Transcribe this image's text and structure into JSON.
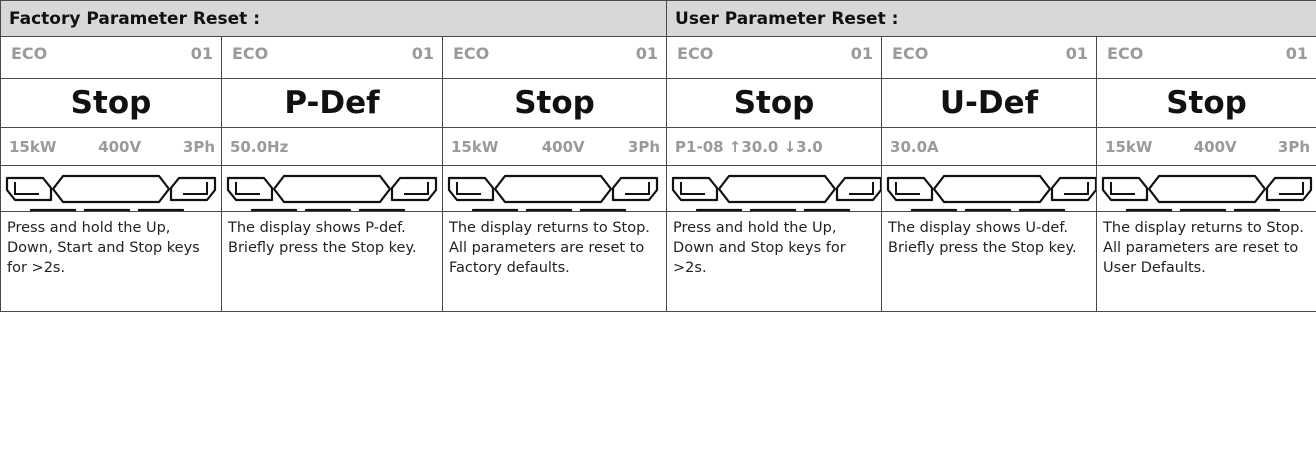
{
  "sections": [
    {
      "title": "Factory Parameter Reset :"
    },
    {
      "title": "User Parameter Reset :"
    }
  ],
  "panels": [
    {
      "mode": "ECO",
      "num": "01",
      "main": "Stop",
      "bottom": [
        "15kW",
        "400V",
        "3Ph"
      ],
      "desc": "Press and hold the Up, Down, Start and Stop keys for >2s.",
      "hands": [
        "start",
        "stop",
        "up",
        "down"
      ]
    },
    {
      "mode": "ECO",
      "num": "01",
      "main": "P-Def",
      "bottom": [
        "50.0Hz"
      ],
      "desc": "The display shows P-def. Briefly press the Stop key.",
      "hands": [
        "stop"
      ]
    },
    {
      "mode": "ECO",
      "num": "01",
      "main": "Stop",
      "bottom": [
        "15kW",
        "400V",
        "3Ph"
      ],
      "desc": "The display returns to Stop. All parameters are reset to Factory defaults.",
      "hands": []
    },
    {
      "mode": "ECO",
      "num": "01",
      "main": "Stop",
      "bottom": [
        "P1-08 ↑30.0 ↓3.0"
      ],
      "desc": "Press and hold the Up, Down and Stop keys for >2s.",
      "hands": [
        "stop",
        "up",
        "down"
      ]
    },
    {
      "mode": "ECO",
      "num": "01",
      "main": "U-Def",
      "bottom": [
        "30.0A"
      ],
      "desc": "The display shows U-def. Briefly press the Stop key.",
      "hands": [
        "stop"
      ]
    },
    {
      "mode": "ECO",
      "num": "01",
      "main": "Stop",
      "bottom": [
        "15kW",
        "400V",
        "3Ph"
      ],
      "desc": "The display returns to Stop. All parameters are reset to User Defaults.",
      "hands": []
    }
  ]
}
